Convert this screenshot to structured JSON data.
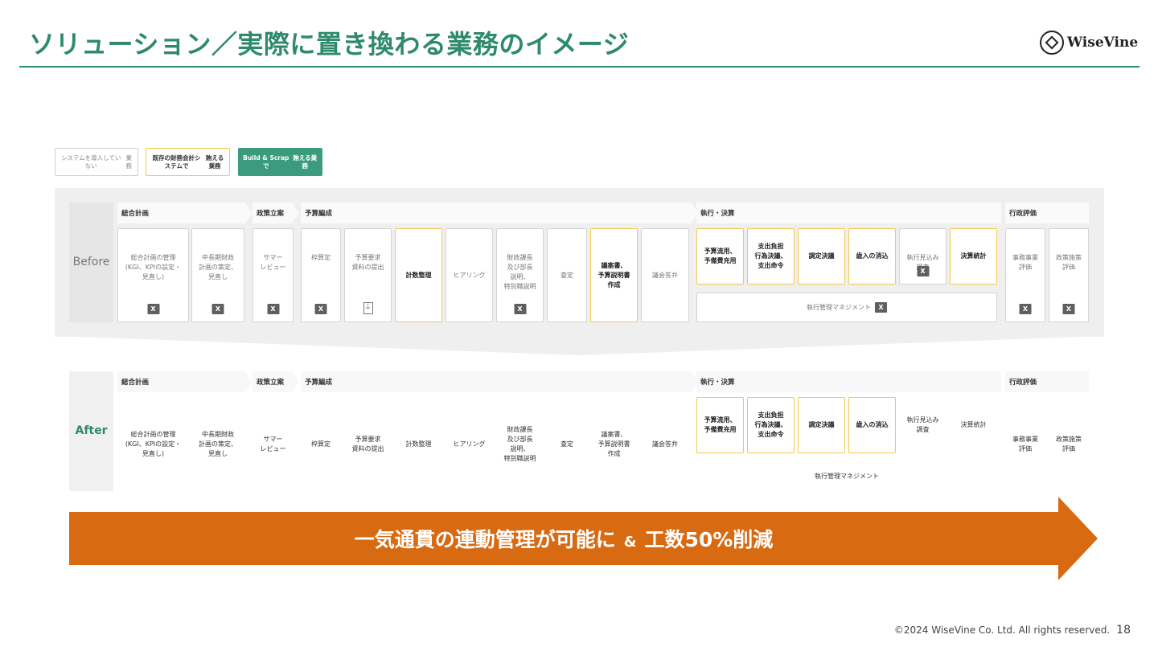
{
  "slide": {
    "title": "ソリューション／実際に置き換わる業務のイメージ",
    "logo_text": "WiseVine",
    "copyright": "©2024 WiseVine Co. Ltd. All rights reserved.",
    "page_number": "18"
  },
  "legend": {
    "none": [
      "システムを導入していない",
      "業務"
    ],
    "legacy": [
      "既存の財務会計システムで",
      "賄える業務"
    ],
    "build_scrap": [
      "Build & Scrapで",
      "賄える業務"
    ]
  },
  "colors": {
    "accent_green": "#3a9c7c",
    "legacy_border": "#f2c94c",
    "arrow_orange": "#d86a11"
  },
  "before": {
    "label": "Before",
    "categories": [
      "総合計画",
      "政策立案",
      "予算編成",
      "執行・決算",
      "行政評価"
    ],
    "items": [
      {
        "lines": [
          "総合計画の管理",
          "(KGI、KPIの設定・",
          "見直し)"
        ],
        "status": "none",
        "icon": "excel-icon"
      },
      {
        "lines": [
          "中長期財政",
          "計画の策定、",
          "見直し"
        ],
        "status": "none",
        "icon": "excel-icon"
      },
      {
        "lines": [
          "サマー",
          "レビュー"
        ],
        "status": "none",
        "icon": "excel-icon"
      },
      {
        "lines": [
          "枠算定"
        ],
        "status": "none",
        "icon": "excel-icon"
      },
      {
        "lines": [
          "予算要求",
          "資料の提出"
        ],
        "status": "none",
        "icon": "pdf-icon"
      },
      {
        "lines": [
          "計数整理"
        ],
        "status": "legacy"
      },
      {
        "lines": [
          "ヒアリング"
        ],
        "status": "none"
      },
      {
        "lines": [
          "財政課長",
          "及び部長",
          "説明、",
          "特別職説明"
        ],
        "status": "none",
        "icon": "excel-icon"
      },
      {
        "lines": [
          "査定"
        ],
        "status": "none"
      },
      {
        "lines": [
          "議案書、",
          "予算説明書",
          "作成"
        ],
        "status": "legacy"
      },
      {
        "lines": [
          "議会答弁"
        ],
        "status": "none"
      },
      {
        "lines": [
          "予算流用、",
          "予備費充用"
        ],
        "status": "legacy"
      },
      {
        "lines": [
          "支出負担",
          "行為決議、",
          "支出命令"
        ],
        "status": "legacy"
      },
      {
        "lines": [
          "調定決議"
        ],
        "status": "legacy"
      },
      {
        "lines": [
          "歳入の消込"
        ],
        "status": "legacy"
      },
      {
        "lines": [
          "執行見込み",
          "調査"
        ],
        "status": "none",
        "icon": "excel-icon"
      },
      {
        "lines": [
          "決算統計"
        ],
        "status": "legacy"
      },
      {
        "lines": [
          "執行管理マネジメント"
        ],
        "status": "none",
        "icon": "excel-icon"
      },
      {
        "lines": [
          "事務事業",
          "評価"
        ],
        "status": "none",
        "icon": "excel-icon"
      },
      {
        "lines": [
          "政策施策",
          "評価"
        ],
        "status": "none",
        "icon": "excel-icon"
      }
    ]
  },
  "after": {
    "label": "After",
    "categories": [
      "総合計画",
      "政策立案",
      "予算編成",
      "執行・決算",
      "行政評価"
    ],
    "items": [
      {
        "lines": [
          "総合計画の管理",
          "(KGI、KPIの設定・",
          "見直し)"
        ],
        "status": "build_scrap"
      },
      {
        "lines": [
          "中長期財政",
          "計画の策定、",
          "見直し"
        ],
        "status": "build_scrap"
      },
      {
        "lines": [
          "サマー",
          "レビュー"
        ],
        "status": "build_scrap"
      },
      {
        "lines": [
          "枠算定"
        ],
        "status": "build_scrap"
      },
      {
        "lines": [
          "予算要求",
          "資料の提出"
        ],
        "status": "build_scrap"
      },
      {
        "lines": [
          "計数整理"
        ],
        "status": "build_scrap"
      },
      {
        "lines": [
          "ヒアリング"
        ],
        "status": "build_scrap"
      },
      {
        "lines": [
          "財政課長",
          "及び部長",
          "説明、",
          "特別職説明"
        ],
        "status": "build_scrap"
      },
      {
        "lines": [
          "査定"
        ],
        "status": "build_scrap"
      },
      {
        "lines": [
          "議案書、",
          "予算説明書",
          "作成"
        ],
        "status": "build_scrap"
      },
      {
        "lines": [
          "議会答弁"
        ],
        "status": "build_scrap"
      },
      {
        "lines": [
          "予算流用、",
          "予備費充用"
        ],
        "status": "legacy"
      },
      {
        "lines": [
          "支出負担",
          "行為決議、",
          "支出命令"
        ],
        "status": "legacy"
      },
      {
        "lines": [
          "調定決議"
        ],
        "status": "legacy"
      },
      {
        "lines": [
          "歳入の消込"
        ],
        "status": "legacy"
      },
      {
        "lines": [
          "執行見込み",
          "調査"
        ],
        "status": "build_scrap"
      },
      {
        "lines": [
          "決算統計"
        ],
        "status": "build_scrap"
      },
      {
        "lines": [
          "執行管理マネジメント"
        ],
        "status": "build_scrap"
      },
      {
        "lines": [
          "事務事業",
          "評価"
        ],
        "status": "build_scrap"
      },
      {
        "lines": [
          "政策施策",
          "評価"
        ],
        "status": "build_scrap"
      }
    ]
  },
  "banner": {
    "main": "一気通貫の連動管理が可能に",
    "amp": "&",
    "sub": "工数50%削減"
  }
}
